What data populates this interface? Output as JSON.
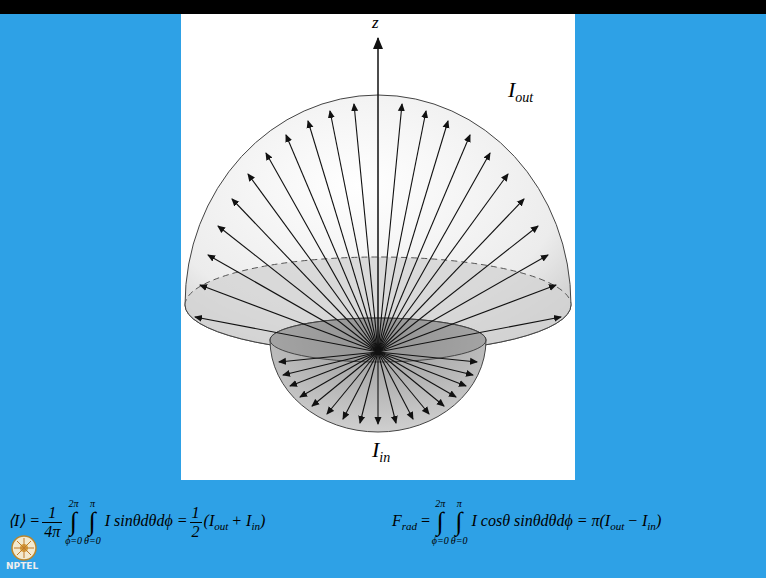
{
  "diagram": {
    "labels": [
      "z",
      "I",
      "out",
      "I",
      "in",
      "⟨I⟩ =",
      "1",
      "4π",
      "∫",
      "2π",
      "ϕ=0",
      "∫",
      "π",
      "θ=0",
      "I sinθdθdϕ =",
      "1",
      "2",
      "(I",
      "out",
      "+ I",
      "in",
      ")",
      "F",
      "rad",
      "=",
      "∫",
      "2π",
      "ϕ=0",
      "∫",
      "π",
      "θ=0",
      "I cosθ sinθdθdϕ = π(I",
      "out",
      "− I",
      "in",
      ")",
      "NPTEL"
    ]
  }
}
